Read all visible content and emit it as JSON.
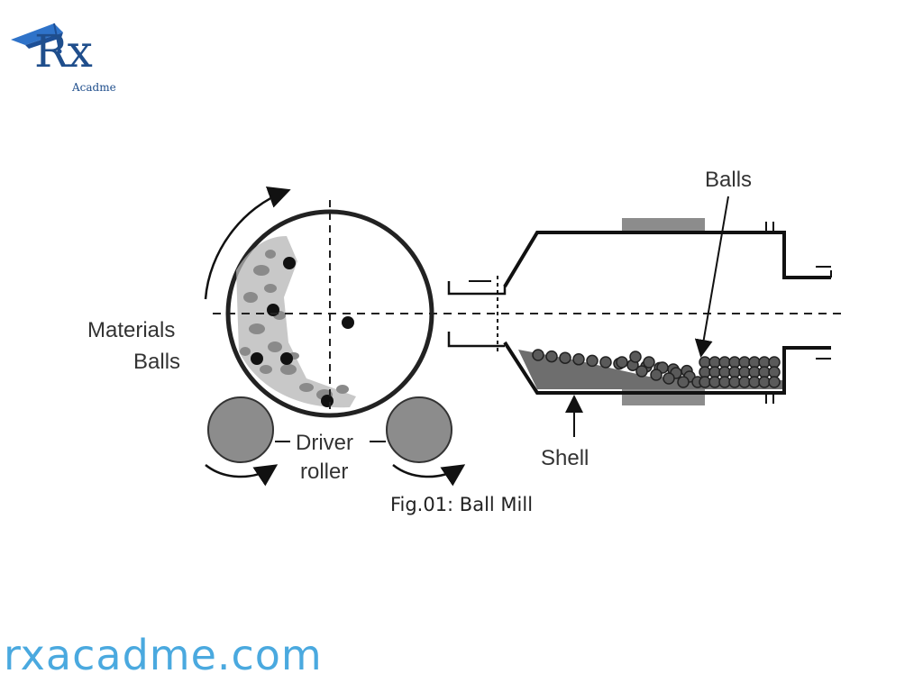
{
  "logo": {
    "main": "Rx",
    "sub": "Acadme"
  },
  "labels": {
    "materials": "Materials",
    "balls_left": "Balls",
    "driver": "Driver",
    "roller": "roller",
    "balls_right": "Balls",
    "shell": "Shell"
  },
  "caption": "Fig.01: Ball Mill",
  "website": "rxacadme.com"
}
